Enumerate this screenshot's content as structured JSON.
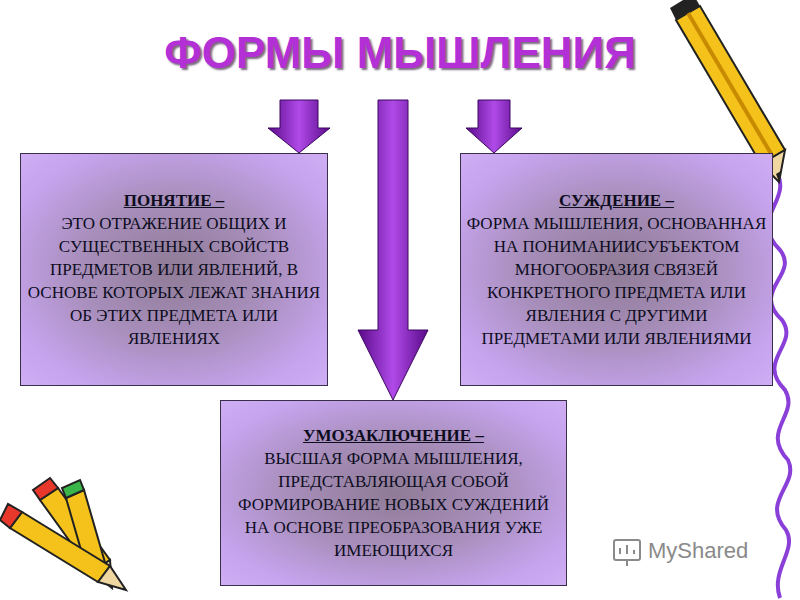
{
  "diagram": {
    "title": "ФОРМЫ МЫШЛЕНИЯ",
    "nodes": [
      {
        "text": [
          "ПОНЯТИЕ –",
          "ЭТО ОТРАЖЕНИЕ ОБЩИХ И СУЩЕСТВЕННЫХ СВОЙСТВ ПРЕДМЕТОВ ИЛИ ЯВЛЕНИЙ, В ОСНОВЕ КОТОРЫХ ЛЕЖАТ ЗНАНИЯ ОБ ЭТИХ ПРЕДМЕТА ИЛИ ЯВЛЕНИЯХ"
        ]
      },
      {
        "text": [
          "СУЖДЕНИЕ –",
          "ФОРМА МЫШЛЕНИЯ, ОСНОВАННАЯ НА ПОНИМАНИИСУБЪЕКТОМ МНОГООБРАЗИЯ СВЯЗЕЙ КОНКРЕТНОГО ПРЕДМЕТА ИЛИ ЯВЛЕНИЯ С ДРУГИМИ ПРЕДМЕТАМИ ИЛИ ЯВЛЕНИЯМИ"
        ]
      },
      {
        "text": [
          "УМОЗАКЛЮЧЕНИЕ –",
          "ВЫСШАЯ ФОРМА МЫШЛЕНИЯ, ПРЕДСТАВЛЯЮЩАЯ СОБОЙ ФОРМИРОВАНИЕ НОВЫХ СУЖДЕНИЙ НА ОСНОВЕ ПРЕОБРАЗОВАНИЯ УЖЕ ИМЕЮЩИХСЯ"
        ]
      }
    ],
    "labels": [
      "MyShared"
    ]
  }
}
